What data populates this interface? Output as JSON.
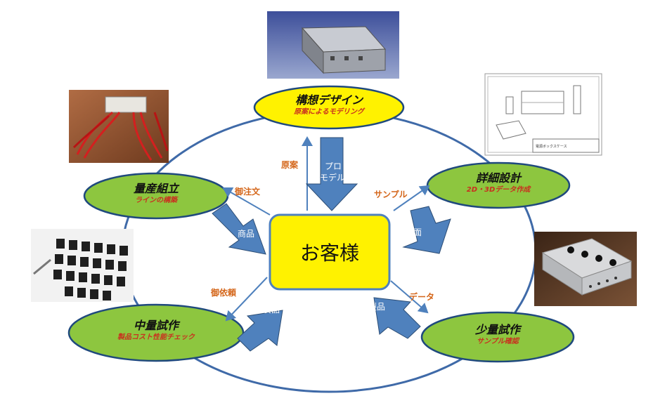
{
  "center": {
    "label": "お客様"
  },
  "nodes": {
    "concept": {
      "title": "構想デザイン",
      "subtitle": "原案によるモデリング"
    },
    "detail": {
      "title": "詳細設計",
      "subtitle": "2D・3Dデータ作成"
    },
    "small": {
      "title": "少量試作",
      "subtitle": "サンプル確認"
    },
    "medium": {
      "title": "中量試作",
      "subtitle": "製品コスト性能チェック"
    },
    "mass": {
      "title": "量産組立",
      "subtitle": "ラインの構築"
    }
  },
  "flows": {
    "genan": "原案",
    "proto1": "プロト",
    "proto2": "モデル",
    "sample": "サンプル",
    "zumen": "図面",
    "data": "データ",
    "seihin_right": "製品",
    "goirai": "御依頼",
    "seihin_left": "製品",
    "gochumon": "御注文",
    "shohin": "商品"
  },
  "drawing": {
    "caption": "電源ボックスケース"
  },
  "colors": {
    "node_green": "#8dc63f",
    "node_yellow": "#fff200",
    "arrow_blue": "#4f81bd",
    "subtitle_red": "#c9301f",
    "flow_orange": "#d4661a"
  }
}
